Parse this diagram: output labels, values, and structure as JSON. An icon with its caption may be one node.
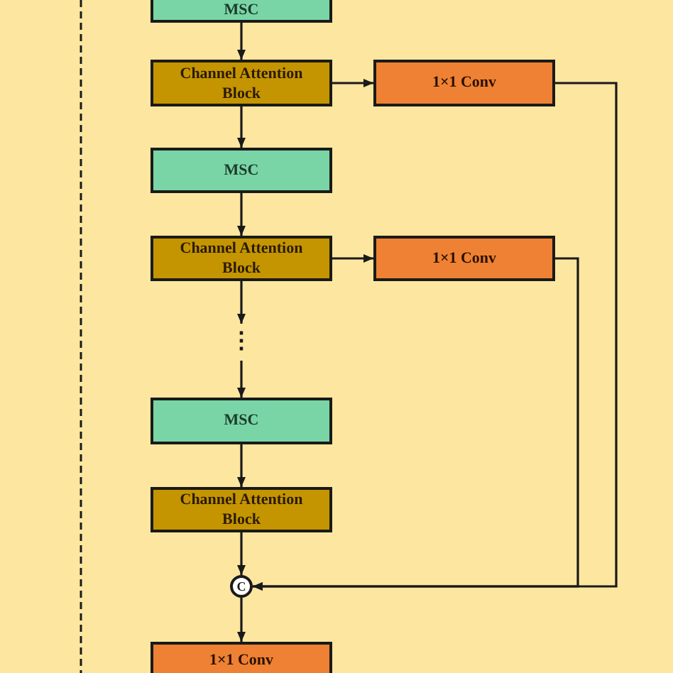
{
  "diagram": {
    "nodes": [
      {
        "text": [
          "MSC"
        ]
      },
      {
        "text": [
          "Channel Attention Block"
        ]
      },
      {
        "text": [
          "1×1 Conv"
        ]
      },
      {
        "text": [
          "MSC"
        ]
      },
      {
        "text": [
          "Channel Attention Block"
        ]
      },
      {
        "text": [
          "1×1 Conv"
        ]
      },
      {
        "text": [
          "⋮"
        ]
      },
      {
        "text": [
          "MSC"
        ]
      },
      {
        "text": [
          "Channel Attention Block"
        ]
      },
      {
        "text": [
          "C"
        ]
      },
      {
        "text": [
          "1×1 Conv"
        ]
      }
    ],
    "edges": [
      {
        "from": 0,
        "to": 1,
        "arrow": "to"
      },
      {
        "from": 1,
        "to": 2,
        "arrow": "to"
      },
      {
        "from": 1,
        "to": 3,
        "arrow": "to"
      },
      {
        "from": 3,
        "to": 4,
        "arrow": "to"
      },
      {
        "from": 4,
        "to": 5,
        "arrow": "to"
      },
      {
        "from": 4,
        "to": 6,
        "arrow": "to"
      },
      {
        "from": 6,
        "to": 7,
        "arrow": "to"
      },
      {
        "from": 7,
        "to": 8,
        "arrow": "to"
      },
      {
        "from": 8,
        "to": 9,
        "arrow": "to"
      },
      {
        "from": 2,
        "to": 9,
        "arrow": "to"
      },
      {
        "from": 5,
        "to": 9,
        "arrow": "to"
      },
      {
        "from": 9,
        "to": 10,
        "arrow": "to"
      }
    ]
  }
}
